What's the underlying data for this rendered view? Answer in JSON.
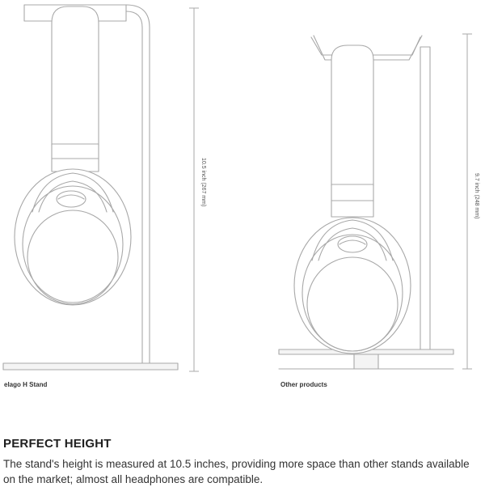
{
  "diagram": {
    "left_product": {
      "caption": "elago H Stand",
      "dimension_label": "10.5 inch (267 mm)"
    },
    "right_product": {
      "caption": "Other products",
      "dimension_label": "9.7 inch (248 mm)"
    },
    "line_color": "#999999",
    "stand_line_color": "#aaaaaa"
  },
  "text": {
    "heading": "PERFECT HEIGHT",
    "body": "The stand's height is measured at 10.5 inches, providing more space than other stands available on the market; almost all headphones are compatible."
  }
}
